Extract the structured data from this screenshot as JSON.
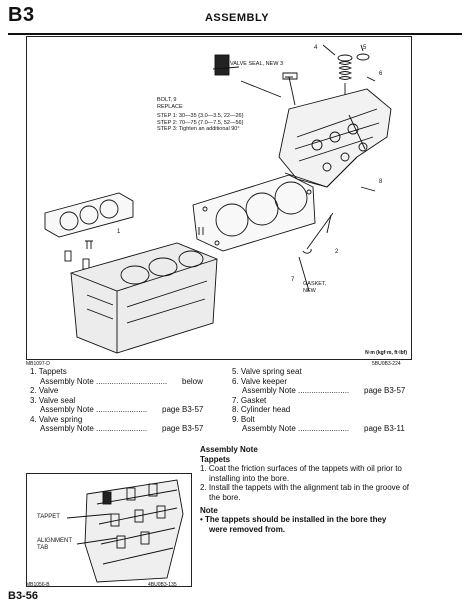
{
  "header": {
    "section_code": "B3",
    "section_title": "ASSEMBLY"
  },
  "figure_main": {
    "code_left": "MB1097-D",
    "code_right": "5BU0B3-224",
    "torque_unit": "N·m (kgf·m, ft·lbf)",
    "callouts": {
      "valve_seal": "VALVE SEAL, NEW",
      "bolt_line1": "BOLT,",
      "bolt_line2": "REPLACE",
      "step1": "STEP 1: 30—35 {3.0—3.5, 22—26}",
      "step2": "STEP 2: 70—75 {7.0—7.5, 52—56}",
      "step3": "STEP 3: Tighten an additional 90°",
      "gasket_line1": "GASKET,",
      "gasket_line2": "NEW"
    },
    "numbers": [
      "1",
      "2",
      "3",
      "4",
      "5",
      "6",
      "7",
      "8",
      "9"
    ]
  },
  "parts_left": [
    {
      "label": "1. Tappets"
    },
    {
      "label": "Assembly Note ................................",
      "value": "below"
    },
    {
      "label": "2. Valve"
    },
    {
      "label": "3. Valve seal"
    },
    {
      "label": "Assembly Note .......................",
      "value": "page B3-57"
    },
    {
      "label": "4. Valve spring"
    },
    {
      "label": "Assembly Note .......................",
      "value": "page B3-57"
    }
  ],
  "parts_right": [
    {
      "label": "5. Valve spring seat"
    },
    {
      "label": "6. Valve keeper"
    },
    {
      "label": "Assembly Note .......................",
      "value": "page B3-57"
    },
    {
      "label": "7. Gasket"
    },
    {
      "label": "8. Cylinder head"
    },
    {
      "label": "9. Bolt"
    },
    {
      "label": "Assembly Note .......................",
      "value": "page B3-11"
    }
  ],
  "assembly_note": {
    "heading": "Assembly Note",
    "subheading": "Tappets",
    "step1_a": "1. Coat the friction surfaces of the tappets with oil prior to",
    "step1_b": "installing into the bore.",
    "step2_a": "2. Install the tappets with the alignment tab in the groove of",
    "step2_b": "the bore.",
    "note_label": "Note",
    "note_a": "• The tappets should be installed in the bore they",
    "note_b": "were removed from."
  },
  "figure_small": {
    "tappet": "TAPPET",
    "align1": "ALIGNMENT",
    "align2": "TAB",
    "code_left": "MB1056-B",
    "code_right": "4BU0B3-135"
  },
  "footer": {
    "page": "B3-56"
  }
}
